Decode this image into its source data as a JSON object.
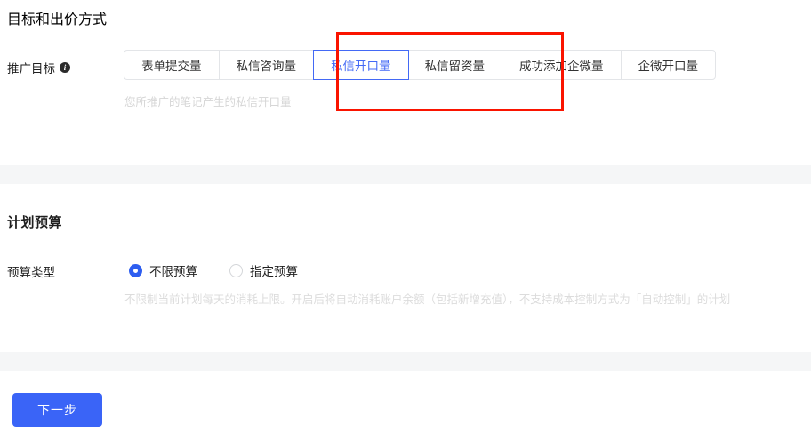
{
  "goal_section": {
    "title": "目标和出价方式",
    "field_label": "推广目标",
    "info_icon": "info-icon",
    "tabs": [
      {
        "label": "表单提交量",
        "selected": false
      },
      {
        "label": "私信咨询量",
        "selected": false
      },
      {
        "label": "私信开口量",
        "selected": true
      },
      {
        "label": "私信留资量",
        "selected": false
      },
      {
        "label": "成功添加企微量",
        "selected": false
      },
      {
        "label": "企微开口量",
        "selected": false
      }
    ],
    "hint": "您所推广的笔记产生的私信开口量"
  },
  "budget_section": {
    "title": "计划预算",
    "field_label": "预算类型",
    "options": [
      {
        "label": "不限预算",
        "checked": true
      },
      {
        "label": "指定预算",
        "checked": false
      }
    ],
    "description": "不限制当前计划每天的消耗上限。开启后将自动消耗账户余额（包括新增充值），不支持成本控制方式为「自动控制」的计划"
  },
  "footer": {
    "next_label": "下一步"
  },
  "annotation": {
    "color": "#fa1400"
  }
}
